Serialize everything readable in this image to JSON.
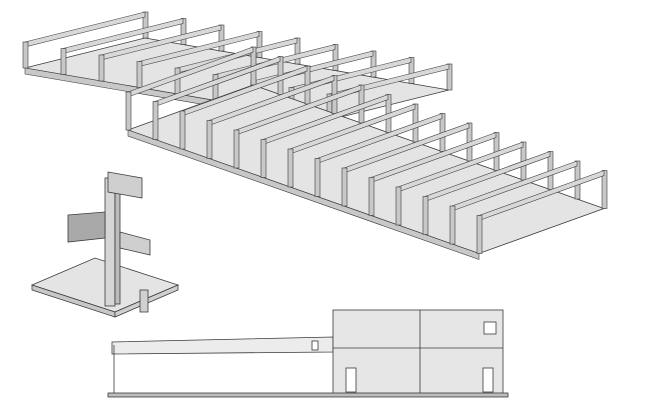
{
  "colors": {
    "line": "#3a3a3a",
    "fill": "#e4e4e4",
    "slab": "#d9d9d9",
    "beam": "#c8c8c8"
  },
  "views": [
    {
      "name": "isometric-frame-wing-left",
      "frames": 9
    },
    {
      "name": "isometric-frame-wing-right",
      "frames": 14
    },
    {
      "name": "column-connection-detail"
    },
    {
      "name": "side-elevation"
    }
  ]
}
